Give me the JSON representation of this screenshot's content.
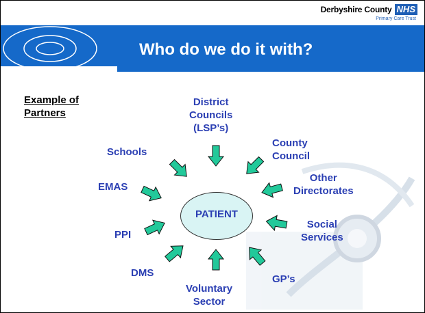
{
  "header": {
    "org_name": "Derbyshire County",
    "nhs_badge": "NHS",
    "org_subtitle": "Primary Care Trust"
  },
  "slide": {
    "title": "Who do we do it with?",
    "example_label": [
      "Example of",
      "Partners"
    ]
  },
  "diagram": {
    "center": "PATIENT",
    "partners": {
      "district_councils": [
        "District",
        "Councils",
        "(LSP’s)"
      ],
      "county_council": [
        "County",
        "Council"
      ],
      "other_directorates": [
        "Other",
        "Directorates"
      ],
      "social_services": [
        "Social",
        "Services"
      ],
      "gps": "GP’s",
      "voluntary_sector": [
        "Voluntary",
        "Sector"
      ],
      "dms": "DMS",
      "ppi": "PPI",
      "emas": "EMAS",
      "schools": "Schools"
    }
  },
  "colors": {
    "banner": "#1569c9",
    "label_text": "#2b3fb3",
    "arrow_fill": "#22c99a",
    "patient_fill": "#d9f4f4"
  }
}
